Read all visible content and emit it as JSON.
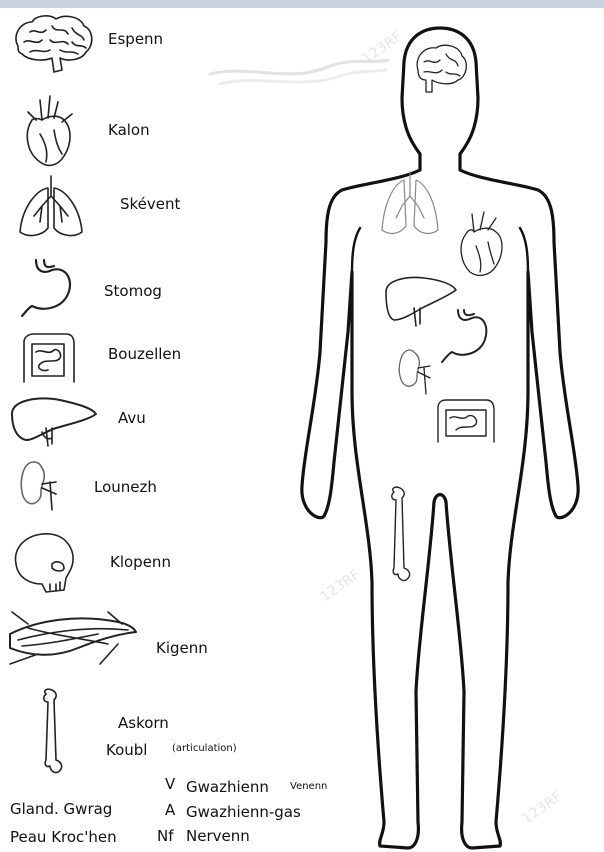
{
  "organs": [
    {
      "name": "Espenn"
    },
    {
      "name": "Kalon"
    },
    {
      "name": "Skévent"
    },
    {
      "name": "Stomog"
    },
    {
      "name": "Bouzellen"
    },
    {
      "name": "Avu"
    },
    {
      "name": "Lounezh"
    },
    {
      "name": "Klopenn"
    },
    {
      "name": "Kigenn"
    },
    {
      "name": "Askorn"
    }
  ],
  "joint": {
    "label": "Koubl",
    "note": "(articulation)"
  },
  "legend": {
    "vein": {
      "abbr": "V",
      "label": "Gwazhienn",
      "note": "Venenn"
    },
    "artery": {
      "abbr": "A",
      "label": "Gwazhienn-gas"
    },
    "nerve": {
      "abbr": "Nf",
      "label": "Nervenn"
    },
    "gland": "Gland. Gwrag",
    "skin": "Peau Kroc'hen"
  },
  "icons": [
    "brain-icon",
    "heart-icon",
    "lungs-icon",
    "stomach-icon",
    "intestines-icon",
    "liver-icon",
    "kidney-icon",
    "skull-icon",
    "muscle-icon",
    "bone-icon"
  ],
  "colors": {
    "outline": "#111111",
    "topbar": "#c9d3df",
    "watermark": "#e6e6e6"
  },
  "watermark": "123RF"
}
